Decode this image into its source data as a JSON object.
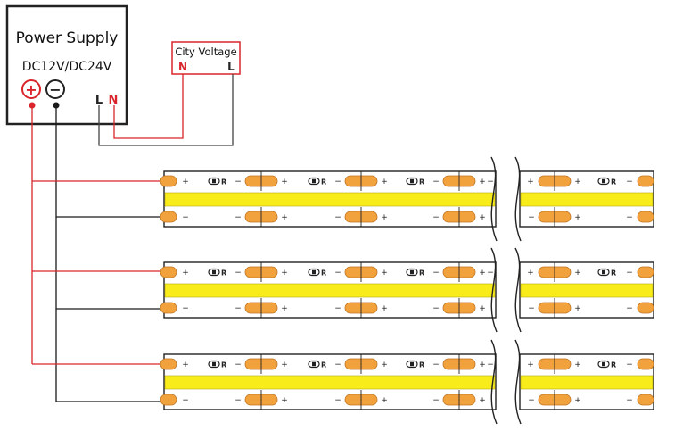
{
  "power_supply": {
    "title": "Power Supply",
    "voltage": "DC12V/DC24V",
    "positive_symbol": "+",
    "negative_symbol": "−",
    "terminal_l": "L",
    "terminal_n": "N"
  },
  "city_voltage": {
    "title": "City Voltage",
    "terminal_n": "N",
    "terminal_l": "L"
  },
  "strip": {
    "plus_mark": "+",
    "minus_mark": "−",
    "resistor_mark": "R"
  },
  "colors": {
    "positive_wire": "#d9252b",
    "negative_wire": "#1a1a1a",
    "ac_wire": "#444444",
    "led_yellow": "#f9ec1b",
    "pad_orange": "#f2a23c",
    "pad_stroke": "#c07320",
    "outline": "#222222"
  }
}
